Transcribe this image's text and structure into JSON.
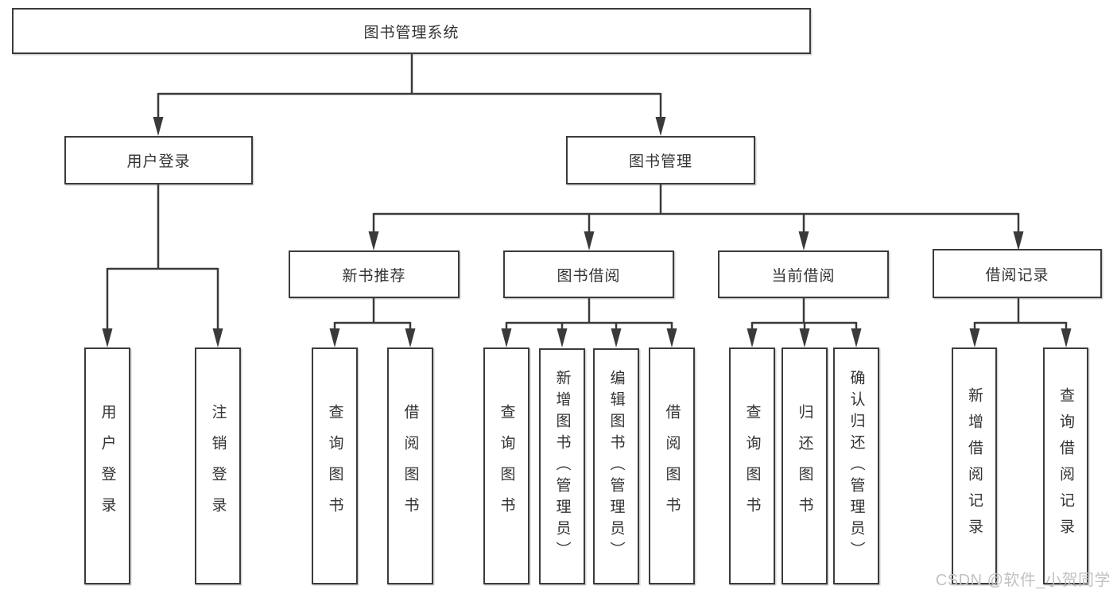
{
  "tree": {
    "root": {
      "label": "图书管理系统"
    },
    "branches": [
      {
        "label": "用户登录",
        "children": [
          {
            "label": "用户登录"
          },
          {
            "label": "注销登录"
          }
        ]
      },
      {
        "label": "图书管理",
        "children": [
          {
            "label": "新书推荐",
            "children": [
              {
                "label": "查询图书"
              },
              {
                "label": "借阅图书"
              }
            ]
          },
          {
            "label": "图书借阅",
            "children": [
              {
                "label": "查询图书"
              },
              {
                "label": "新增图书（管理员）"
              },
              {
                "label": "编辑图书（管理员）"
              },
              {
                "label": "借阅图书"
              }
            ]
          },
          {
            "label": "当前借阅",
            "children": [
              {
                "label": "查询图书"
              },
              {
                "label": "归还图书"
              },
              {
                "label": "确认归还（管理员）"
              }
            ]
          },
          {
            "label": "借阅记录",
            "children": [
              {
                "label": "新增借阅记录"
              },
              {
                "label": "查询借阅记录"
              }
            ]
          }
        ]
      }
    ]
  },
  "watermark": "CSDN @软件_小贺同学",
  "colors": {
    "line": "#3a3a3a",
    "box_border": "#3b3b3b",
    "box_background": "#ffffff",
    "text": "#333333",
    "watermark": "#c2c2c2"
  }
}
